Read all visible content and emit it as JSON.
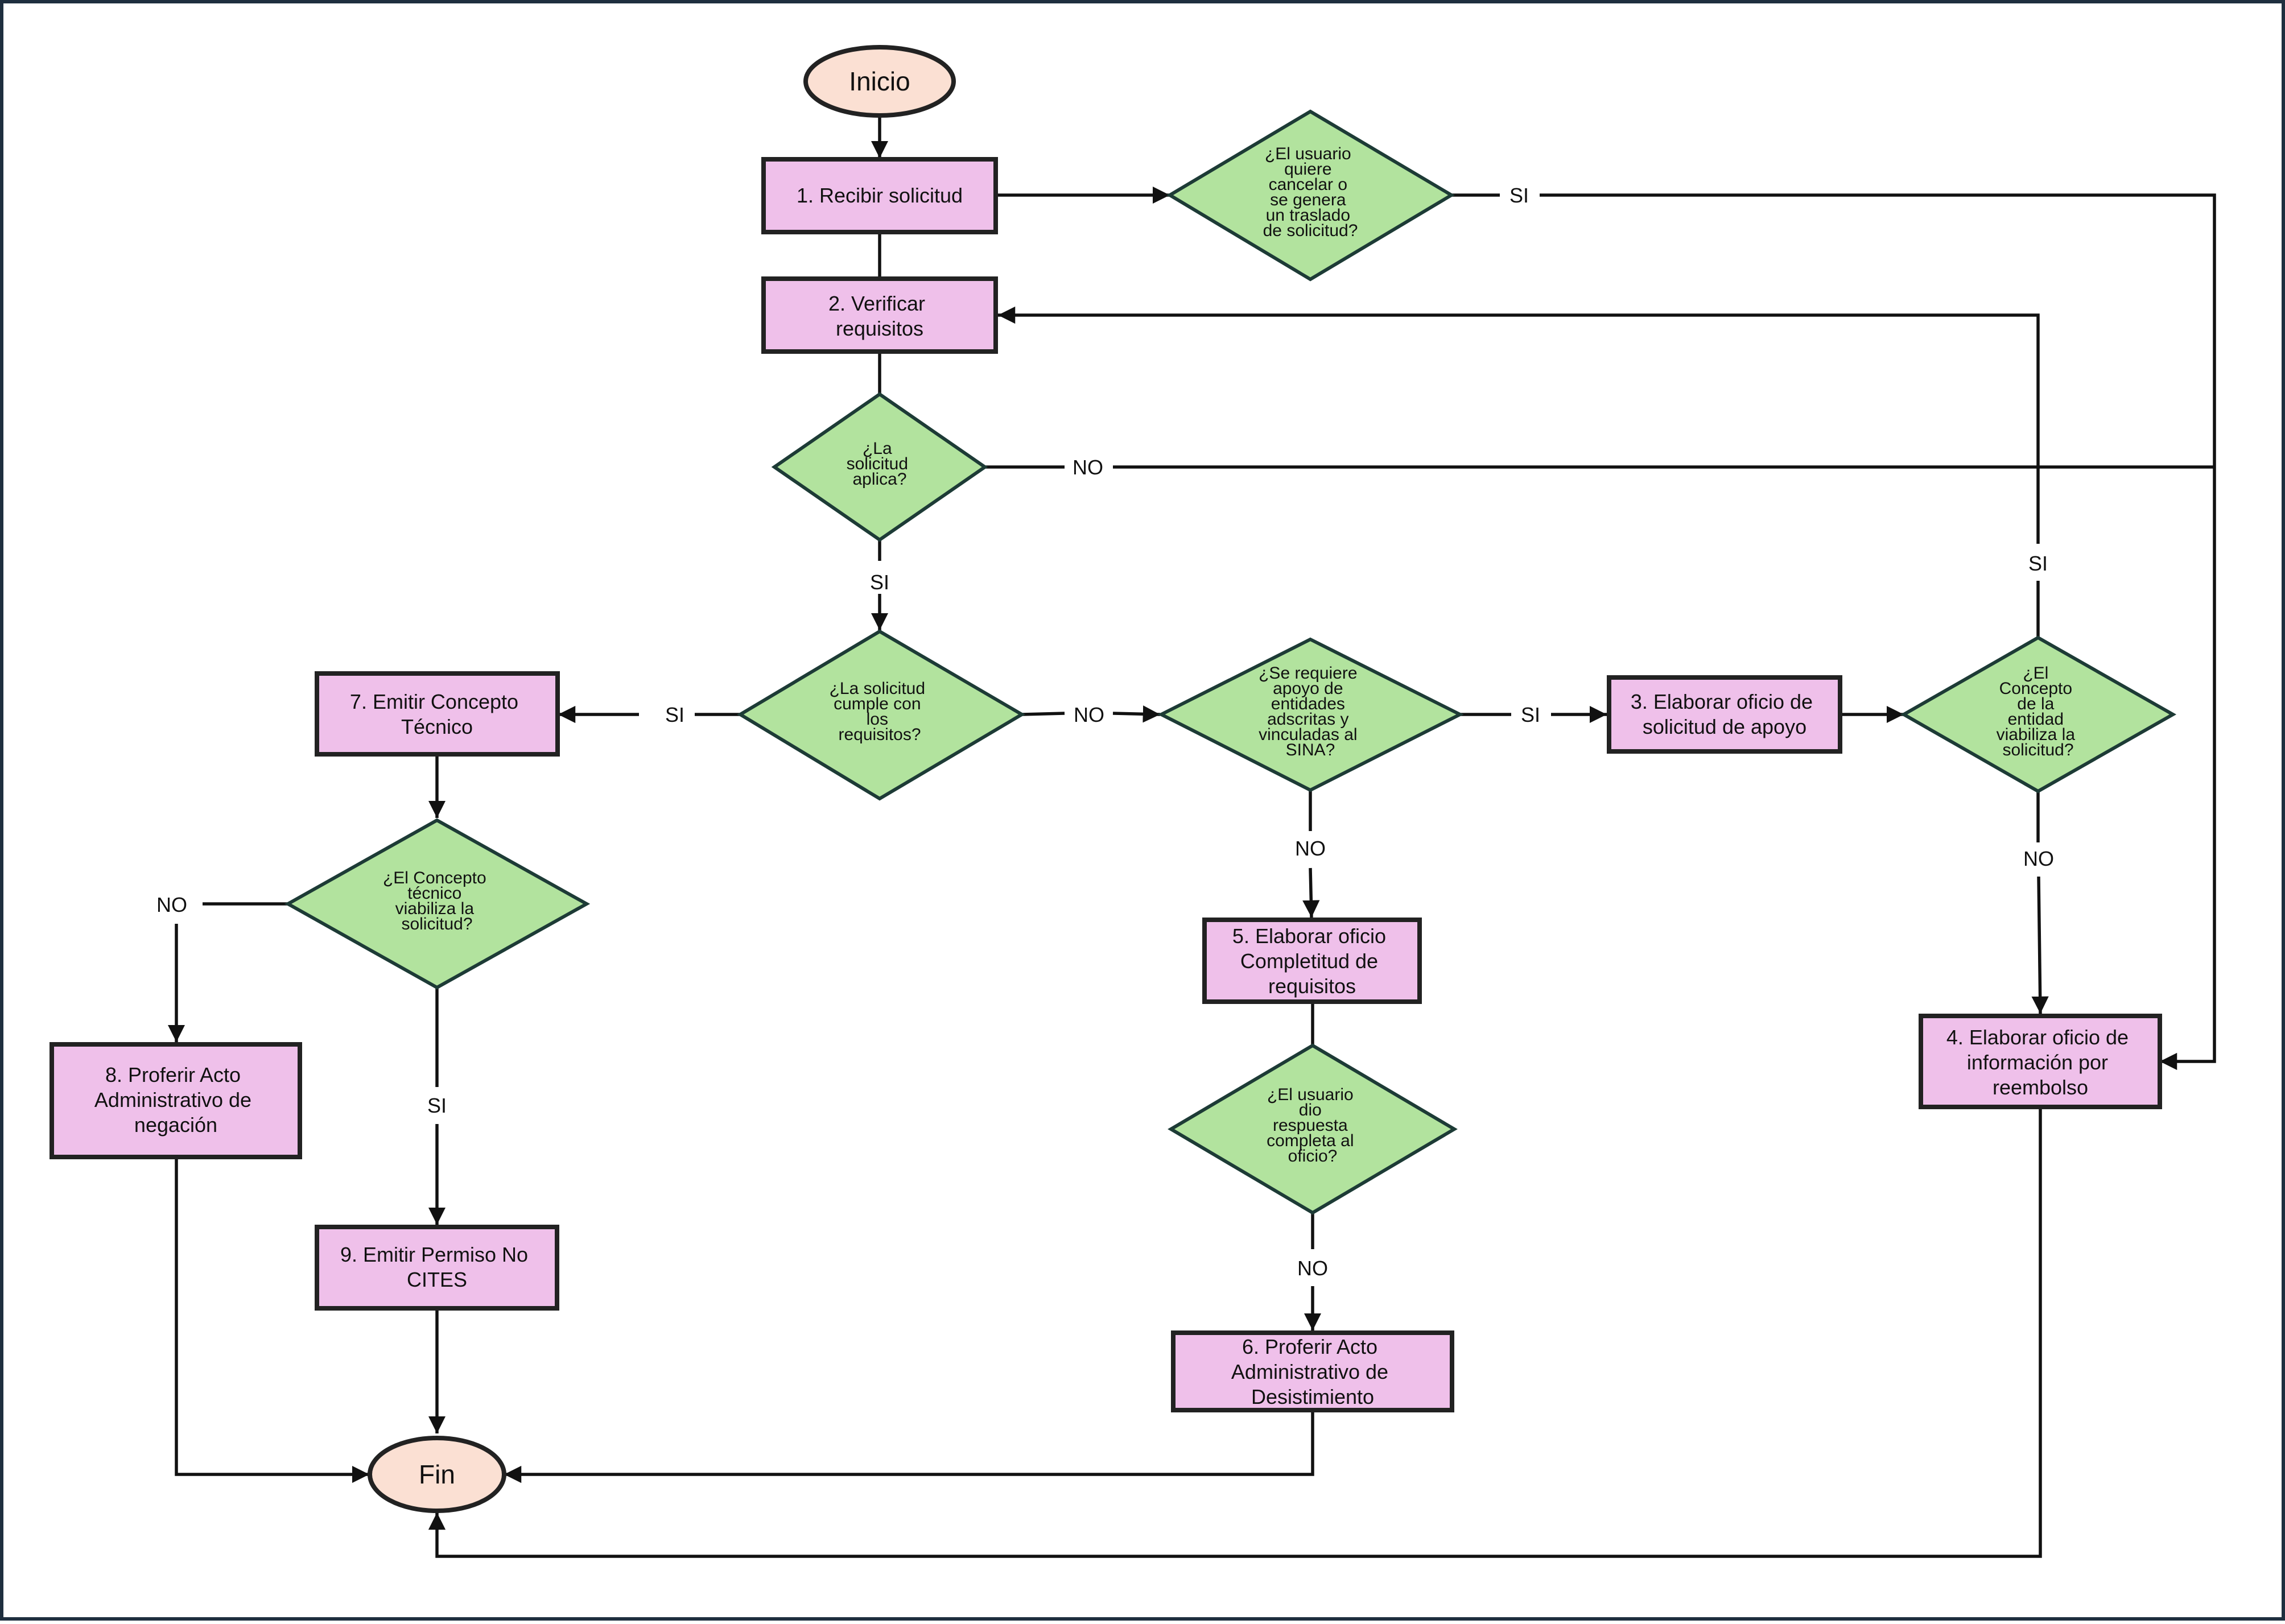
{
  "terminals": {
    "start": "Inicio",
    "end": "Fin"
  },
  "processes": {
    "p1": [
      "1. Recibir solicitud"
    ],
    "p2": [
      "2. Verificar",
      "requisitos"
    ],
    "p3": [
      "3. Elaborar oficio de",
      "solicitud de apoyo"
    ],
    "p4": [
      "4. Elaborar oficio de",
      "información por",
      "reembolso"
    ],
    "p5": [
      "5. Elaborar oficio",
      "Completitud de",
      "requisitos"
    ],
    "p6": [
      "6. Proferir Acto",
      "Administrativo de",
      "Desistimiento"
    ],
    "p7": [
      "7. Emitir Concepto",
      "Técnico"
    ],
    "p8": [
      "8. Proferir Acto",
      "Administrativo de",
      "negación"
    ],
    "p9": [
      "9. Emitir Permiso No",
      "CITES"
    ]
  },
  "decisions": {
    "cancel": [
      "¿El usuario",
      "quiere",
      "cancelar o",
      "se genera",
      "un traslado",
      "de solicitud?"
    ],
    "aplica": [
      "¿La",
      "solicitud",
      "aplica?"
    ],
    "cumple": [
      "¿La solicitud",
      "cumple con",
      "los",
      "requisitos?"
    ],
    "apoyo": [
      "¿Se requiere",
      "apoyo de",
      "entidades",
      "adscritas y",
      "vinculadas al",
      "SINA?"
    ],
    "entidad": [
      "¿El",
      "Concepto",
      "de la",
      "entidad",
      "viabiliza la",
      "solicitud?"
    ],
    "tecnico": [
      "¿El Concepto",
      "técnico",
      "viabiliza la",
      "solicitud?"
    ],
    "respuesta": [
      "¿El usuario",
      "dio",
      "respuesta",
      "completa al",
      "oficio?"
    ]
  },
  "labels": {
    "cancel_si": "SI",
    "aplica_no": "NO",
    "aplica_si": "SI",
    "cumple_si": "SI",
    "cumple_no": "NO",
    "apoyo_si": "SI",
    "apoyo_no": "NO",
    "entidad_si": "SI",
    "entidad_no": "NO",
    "tecnico_no": "NO",
    "tecnico_si": "SI",
    "respuesta_no": "NO"
  },
  "colors": {
    "process_fill": "#efc0ea",
    "decision_fill": "#b2e39e",
    "terminal_fill": "#fbe0d3",
    "frame": "#1f2f3f"
  }
}
